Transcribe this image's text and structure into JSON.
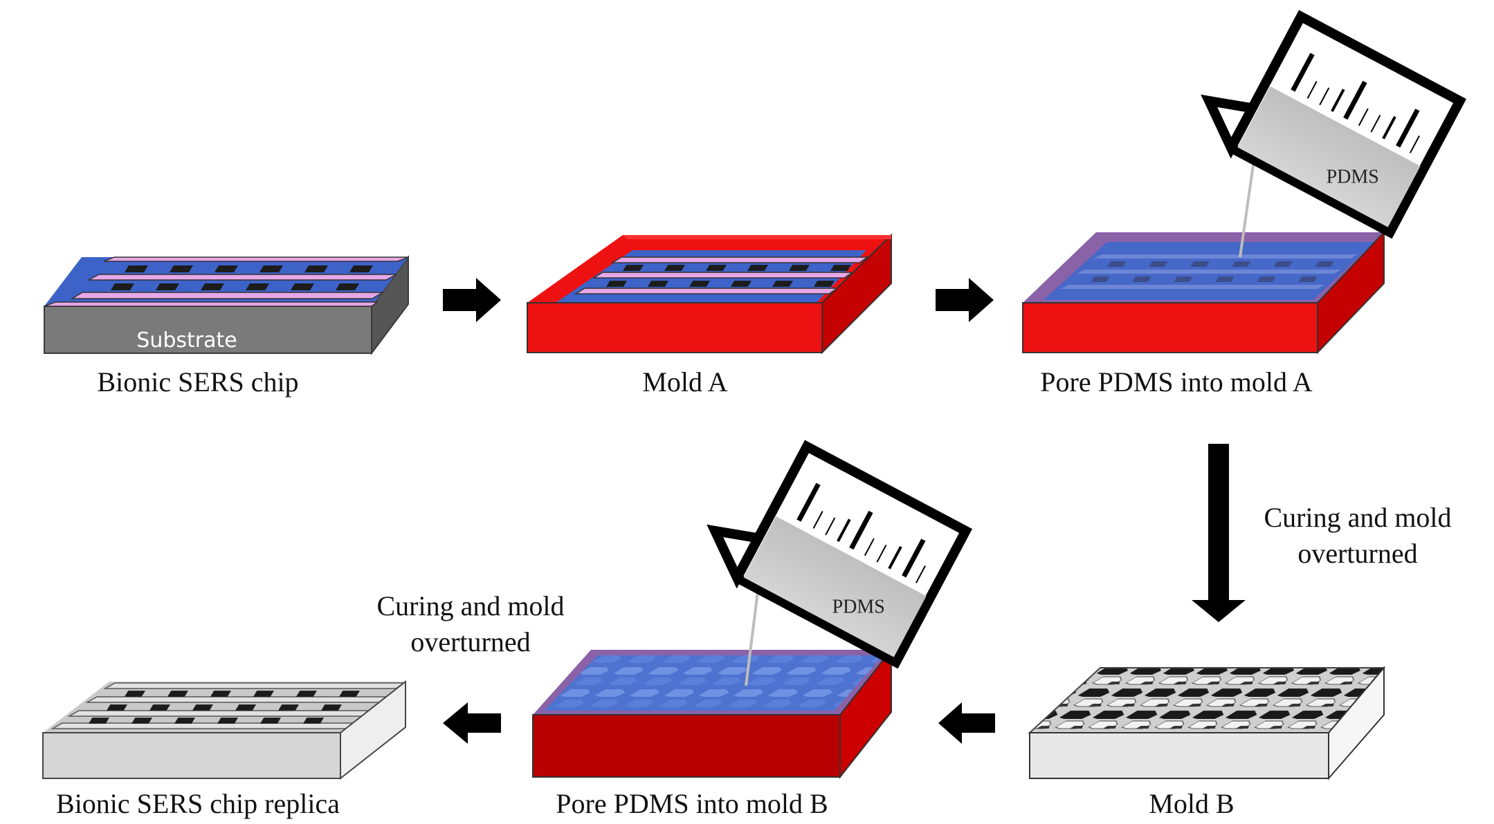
{
  "steps": {
    "step1": {
      "caption": "Bionic SERS chip",
      "substrate_label": "Substrate"
    },
    "step2": {
      "caption": "Mold A"
    },
    "step3": {
      "caption": "Pore PDMS into mold A",
      "beaker_label": "PDMS"
    },
    "step4": {
      "caption": "Mold B"
    },
    "step5": {
      "caption": "Pore PDMS into mold B",
      "beaker_label": "PDMS"
    },
    "step6": {
      "caption": "Bionic SERS chip replica"
    }
  },
  "transitions": {
    "curing_right": [
      "Curing and mold",
      "overturned"
    ],
    "curing_left": [
      "Curing and mold",
      "overturned"
    ]
  },
  "colors": {
    "mold_red": "#ee1111",
    "mold_dark_red": "#b50000",
    "chip_blue": "#3d63c9",
    "stripe_pink": "#e6a8e8",
    "substrate_gray": "#7a7a7a",
    "replica_gray": "#d6d6d6"
  }
}
